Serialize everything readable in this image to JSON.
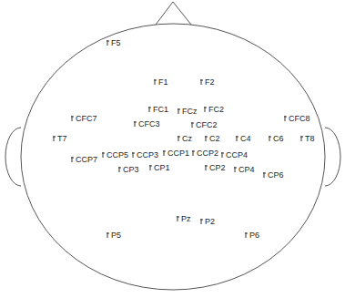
{
  "diagram": {
    "labels": [
      "F5",
      "F1",
      "F2",
      "FC1",
      "FCz",
      "FC2",
      "CFC7",
      "CFC8",
      "CFC3",
      "CFC2",
      "T7",
      "Cz",
      "C2",
      "C4",
      "C6",
      "T8",
      "CCP7",
      "CCP5",
      "CCP3",
      "CCP1",
      "CCP2",
      "CCP4",
      "CP3",
      "CP1",
      "CP2",
      "CP4",
      "CP6",
      "Pz",
      "P2",
      "P5",
      "P6"
    ]
  }
}
